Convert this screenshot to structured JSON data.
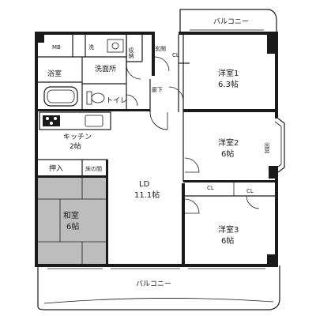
{
  "rooms": {
    "balcony_top": "バルコニー",
    "balcony_bottom": "バルコニー",
    "mb": "MB",
    "washer": "洗",
    "washroom": "洗面所",
    "storage": "収納",
    "entrance": "玄関",
    "bath": "浴室",
    "toilet": "トイレ",
    "hallway": "廊下",
    "cl1": "CL",
    "cl2": "CL",
    "cl3": "CL",
    "western1_name": "洋室1",
    "western1_size": "6.3帖",
    "western2_name": "洋室2",
    "western2_size": "6帖",
    "western3_name": "洋室3",
    "western3_size": "6帖",
    "kitchen_name": "キッチン",
    "kitchen_size": "2帖",
    "oshiire": "押入",
    "tokonoma": "床の間",
    "ld_name": "LD",
    "ld_size": "11.1帖",
    "washitsu_name": "和室",
    "washitsu_size": "6帖",
    "bay_window": "出窓"
  },
  "colors": {
    "wall": "#1a1a1a",
    "tatami": "#bdbdbd",
    "background": "#ffffff"
  }
}
